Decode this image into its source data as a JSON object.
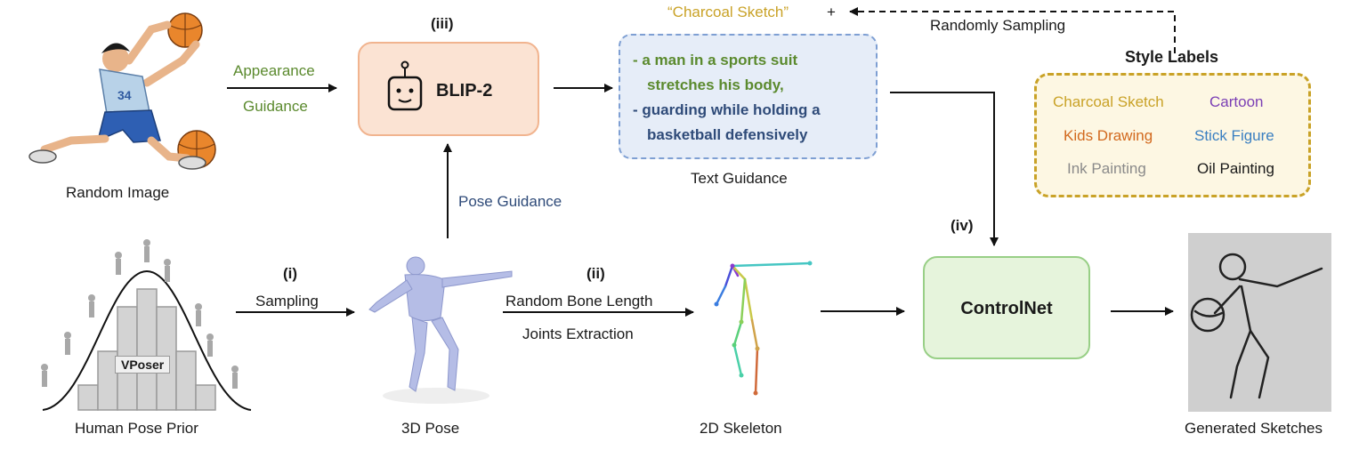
{
  "labels": {
    "random_image": "Random Image",
    "appearance": "Appearance",
    "guidance": "Guidance",
    "blip_step": "(iii)",
    "blip": "BLIP-2",
    "pose_guidance": "Pose Guidance",
    "style_prefix": "“Charcoal Sketch”",
    "plus": "+",
    "randomly_sampling": "Randomly Sampling",
    "text_guidance": "Text Guidance",
    "style_labels_title": "Style Labels",
    "step_i": "(i)",
    "sampling": "Sampling",
    "step_ii": "(ii)",
    "random_bone": "Random Bone Length",
    "joints": "Joints Extraction",
    "step_iv": "(iv)",
    "controlnet": "ControlNet",
    "vposer": "VPoser",
    "human_pose_prior": "Human Pose Prior",
    "pose3d": "3D Pose",
    "skeleton2d": "2D Skeleton",
    "generated": "Generated Sketches"
  },
  "text_lines": [
    "- a man in a sports suit",
    "stretches his body,",
    "- guarding while holding a",
    "basketball defensively"
  ],
  "style_labels": [
    {
      "text": "Charcoal Sketch",
      "color": "#c9a227"
    },
    {
      "text": "Cartoon",
      "color": "#7b3fb5"
    },
    {
      "text": "Kids Drawing",
      "color": "#d2691e"
    },
    {
      "text": "Stick Figure",
      "color": "#3a7fc1"
    },
    {
      "text": "Ink Painting",
      "color": "#8a8a8a"
    },
    {
      "text": "Oil Painting",
      "color": "#1a1a1a"
    }
  ],
  "colors": {
    "appearance_green": "#5b8a2e",
    "pose_blue": "#2f4b79",
    "style_gold": "#c9a227"
  }
}
